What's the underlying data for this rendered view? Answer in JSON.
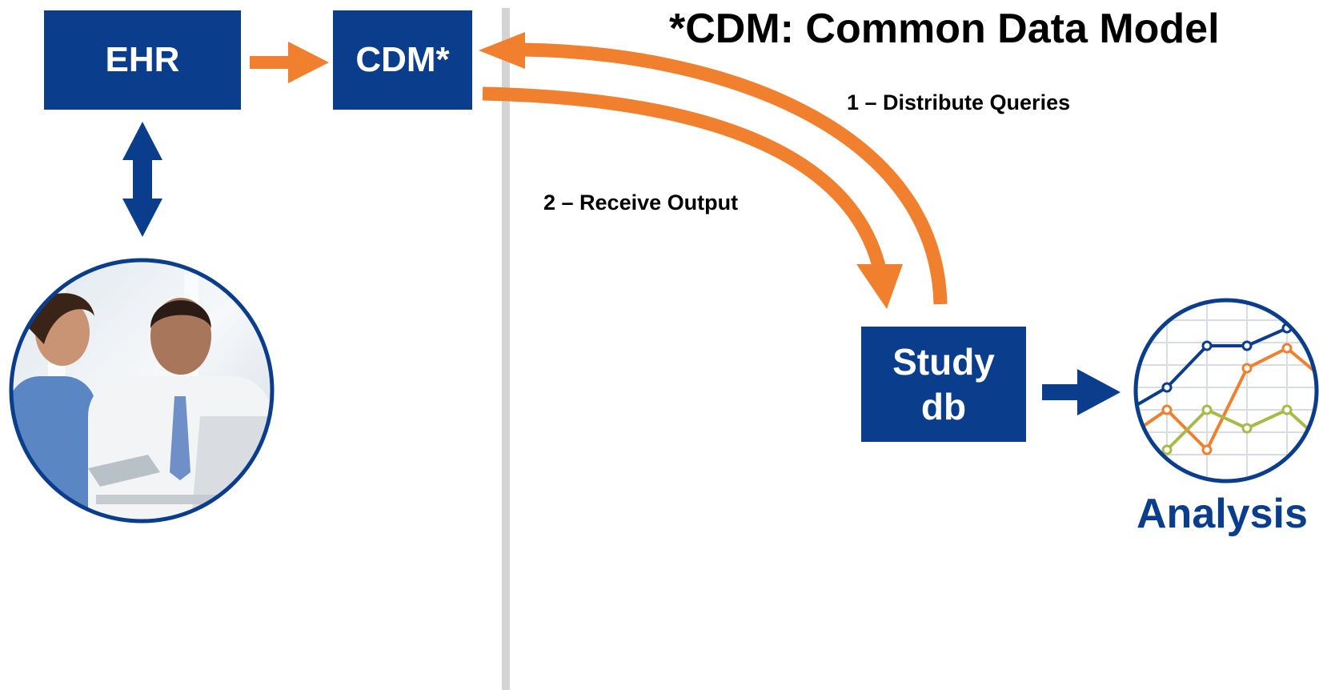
{
  "title": "*CDM: Common Data Model",
  "nodes": {
    "ehr": "EHR",
    "cdm": "CDM*",
    "study_line1": "Study",
    "study_line2": "db",
    "analysis": "Analysis"
  },
  "steps": {
    "distribute": "1 – Distribute Queries",
    "receive": "2 – Receive Output"
  },
  "colors": {
    "navy": "#0a3d8c",
    "orange": "#f07f2e",
    "green": "#a9b94a",
    "divider": "#d3d3d3"
  },
  "icons": {
    "clinicians_photo": "clinicians-photo-icon",
    "analysis_chart": "line-chart-icon"
  }
}
